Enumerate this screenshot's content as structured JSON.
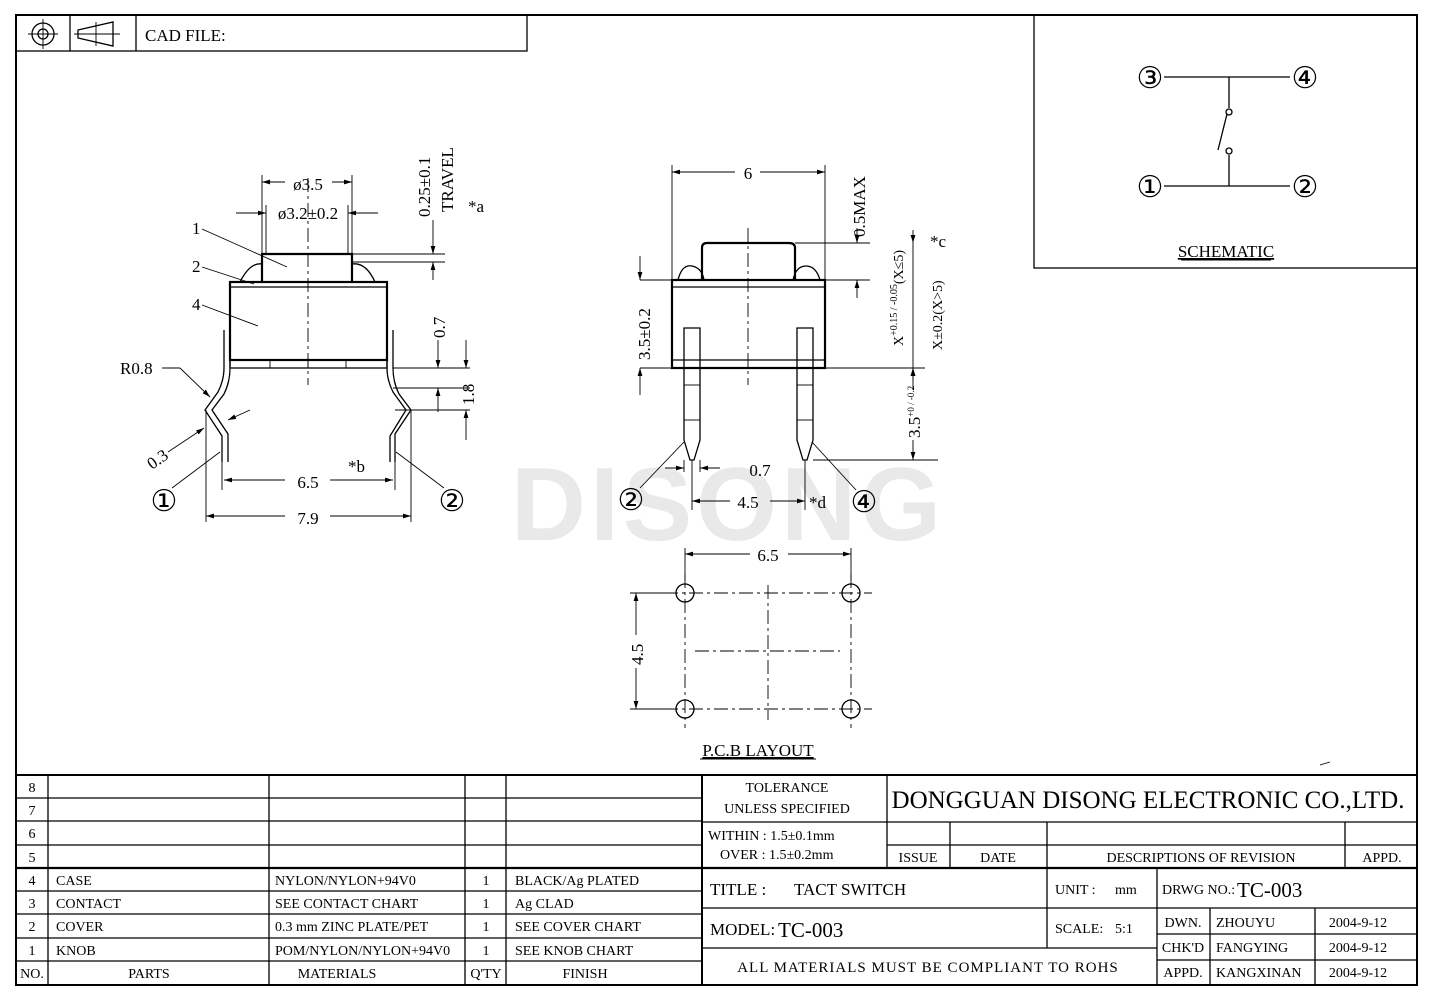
{
  "header": {
    "cad_label": "CAD FILE:"
  },
  "watermark": "DISONG",
  "schematic": {
    "title": "SCHEMATIC",
    "pins": [
      "③",
      "④",
      "①",
      "②"
    ]
  },
  "side_view": {
    "dia_outer": "ø3.5",
    "dia_inner": "ø3.2±0.2",
    "travel_value": "0.25±0.1",
    "travel_label": "TRAVEL",
    "mark_a": "*a",
    "part1": "1",
    "part2": "2",
    "part4": "4",
    "radius": "R0.8",
    "thickness": "0.3",
    "dim_07": "0.7",
    "dim_18": "1.8",
    "width_65": "6.5",
    "mark_b": "*b",
    "width_79": "7.9",
    "pin1": "①",
    "pin2": "②"
  },
  "front_view": {
    "width": "6",
    "max_height": "0.5MAX",
    "mark_c": "*c",
    "height": "3.5±0.2",
    "x_small": "X",
    "x_small_tol": "+0.15 / -0.05",
    "x_small_cond": "(X≤5)",
    "x_large": "X±0.2(X>5)",
    "leg": "3.5",
    "leg_tol": "+0 / -0.2",
    "pin_width": "0.7",
    "pitch": "4.5",
    "mark_d": "*d",
    "pin2": "②",
    "pin4": "④"
  },
  "pcb": {
    "title": "P.C.B LAYOUT",
    "width": "6.5",
    "height": "4.5"
  },
  "bom": {
    "rows": [
      {
        "no": "8",
        "part": "",
        "material": "",
        "qty": "",
        "finish": ""
      },
      {
        "no": "7",
        "part": "",
        "material": "",
        "qty": "",
        "finish": ""
      },
      {
        "no": "6",
        "part": "",
        "material": "",
        "qty": "",
        "finish": ""
      },
      {
        "no": "5",
        "part": "",
        "material": "",
        "qty": "",
        "finish": ""
      },
      {
        "no": "4",
        "part": "CASE",
        "material": "NYLON/NYLON+94V0",
        "qty": "1",
        "finish": "BLACK/Ag PLATED"
      },
      {
        "no": "3",
        "part": "CONTACT",
        "material": "SEE CONTACT CHART",
        "qty": "1",
        "finish": "Ag CLAD"
      },
      {
        "no": "2",
        "part": "COVER",
        "material": "0.3 mm ZINC PLATE/PET",
        "qty": "1",
        "finish": "SEE COVER CHART"
      },
      {
        "no": "1",
        "part": "KNOB",
        "material": "POM/NYLON/NYLON+94V0",
        "qty": "1",
        "finish": "SEE KNOB CHART"
      }
    ],
    "header": {
      "no": "NO.",
      "part": "PARTS",
      "material": "MATERIALS",
      "qty": "Q'TY",
      "finish": "FINISH"
    }
  },
  "title_block": {
    "tolerance_1": "TOLERANCE",
    "tolerance_2": "UNLESS  SPECIFIED",
    "within": "WITHIN : 1.5±0.1mm",
    "over": "OVER : 1.5±0.2mm",
    "company": "DONGGUAN DISONG ELECTRONIC CO.,LTD.",
    "issue": "ISSUE",
    "date": "DATE",
    "descriptions": "DESCRIPTIONS OF REVISION",
    "appd": "APPD.",
    "title_label": "TITLE :",
    "title_value": "TACT SWITCH",
    "unit_label": "UNIT :",
    "unit_value": "mm",
    "drwg_label": "DRWG NO.:",
    "drwg_value": "TC-003",
    "model_label": "MODEL:",
    "model_value": "TC-003",
    "scale_label": "SCALE:",
    "scale_value": "5:1",
    "dwn_label": "DWN.",
    "dwn_name": "ZHOUYU",
    "dwn_date": "2004-9-12",
    "chk_label": "CHK'D",
    "chk_name": "FANGYING",
    "chk_date": "2004-9-12",
    "appd_label": "APPD.",
    "appd_name": "KANGXINAN",
    "appd_date": "2004-9-12",
    "rohs": "ALL MATERIALS MUST BE COMPLIANT TO ROHS"
  }
}
